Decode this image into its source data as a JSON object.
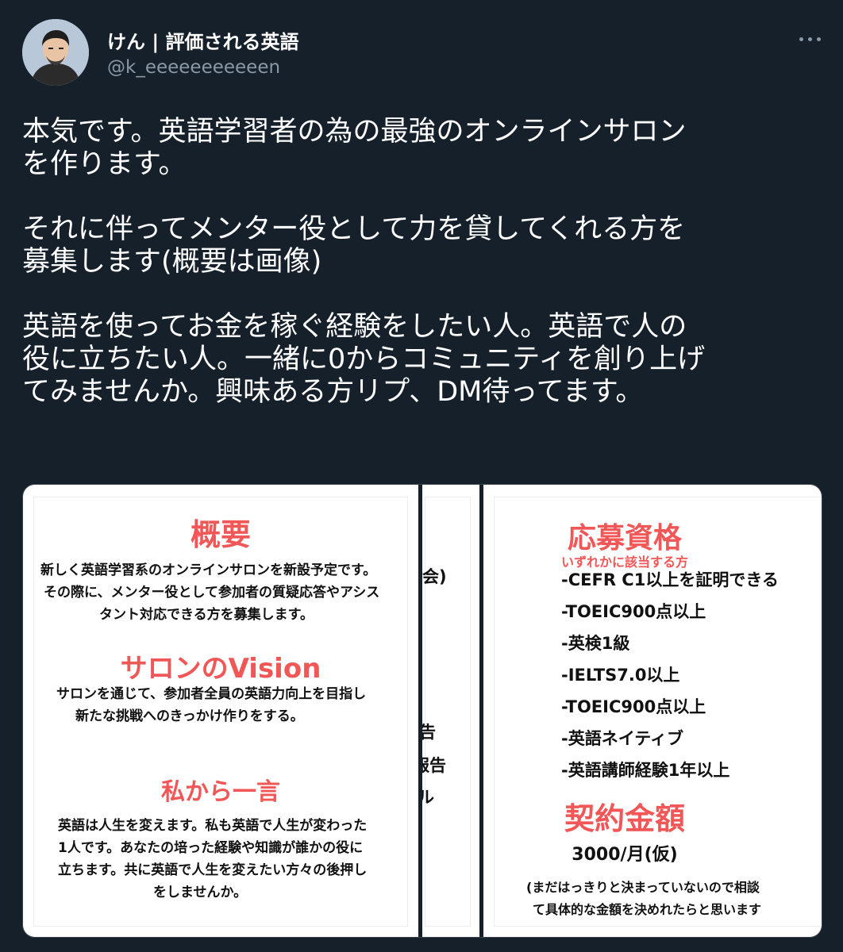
{
  "tweet": {
    "author_name": "けん | 評価される英語",
    "author_handle": "@k_eeeeeeeeeeen",
    "text_lines": [
      "本気です。英語学習者の為の最強のオンラインサロン",
      "を作ります。",
      "",
      "それに伴ってメンター役として力を貸してくれる方を",
      "募集します(概要は画像)",
      "",
      "英語を使ってお金を稼ぐ経験をしたい人。英語で人の",
      "役に立ちたい人。一緒に0からコミュニティを創り上げ",
      "てみませんか。興味ある方リプ、DM待ってます。"
    ]
  },
  "image_left": {
    "overview_title": "概要",
    "overview_lines": [
      "新しく英語学習系のオンラインサロンを新設予定です。",
      "その際に、メンター役として参加者の質疑応答やアシス",
      "タント対応できる方を募集します。"
    ],
    "vision_title": "サロンのVision",
    "vision_lines": [
      "サロンを通じて、参加者全員の英語力向上を目指し",
      "新たな挑戦へのきっかけ作りをする。"
    ],
    "message_title": "私から一言",
    "message_lines": [
      "英語は人生を変えます。私も英語で人生が変わった",
      "1人です。あなたの培った経験や知識が誰かの役に",
      "立ちます。共に英語で人生を変えたい方々の後押し",
      "をしませんか。"
    ]
  },
  "image_middle": {
    "fragments": [
      "会)",
      "告",
      "報告",
      "ル"
    ]
  },
  "image_right": {
    "requirements_title": "応募資格",
    "requirements_subtitle": "いずれかに該当する方",
    "requirements": [
      "-CEFR  C1以上を証明できる",
      "-TOEIC900点以上",
      "-英検1級",
      "-IELTS7.0以上",
      "-TOEIC900点以上",
      "-英語ネイティブ",
      "-英語講師経験1年以上"
    ],
    "fee_title": "契約金額",
    "fee_value": "3000/月(仮)",
    "fee_note_lines": [
      "(まだはっきりと決まっていないので相談",
      "て具体的な金額を決めれたらと思います"
    ]
  }
}
